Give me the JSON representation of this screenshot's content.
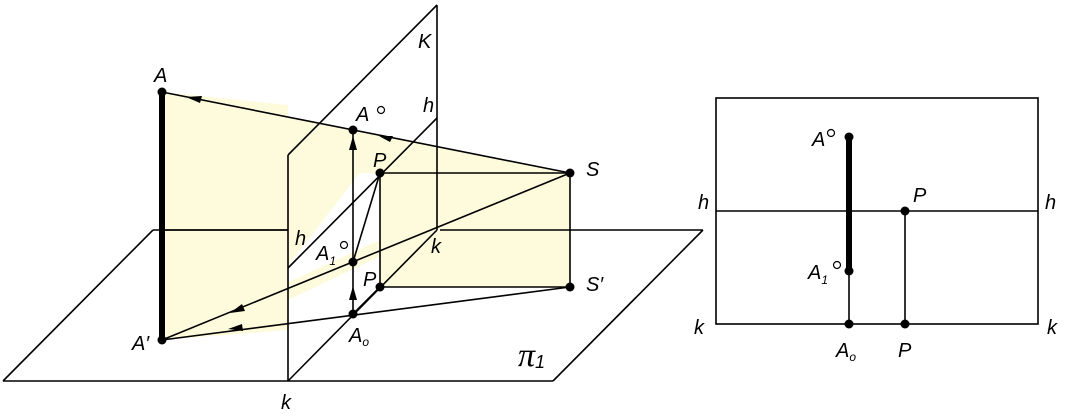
{
  "colors": {
    "ink": "#000000",
    "fill": "#fdfbdb",
    "background": "#ffffff"
  },
  "left_view": {
    "A": "A",
    "A_deg": "A",
    "A1_deg_main": "A",
    "A1_deg_sub": "1",
    "A_prime": "A′",
    "A0_main": "A",
    "A0_sub": "o",
    "S": "S",
    "S_prime": "S′",
    "P_top": "P",
    "P_bottom": "P",
    "K": "K",
    "h_top": "h",
    "h_mid": "h",
    "k_center": "k",
    "k_bottom": "k",
    "pi_main": "π",
    "pi_sub": "1"
  },
  "right_view": {
    "A_deg": "A",
    "A1_deg_main": "A",
    "A1_deg_sub": "1",
    "A0_main": "A",
    "A0_sub": "o",
    "P_top": "P",
    "P_bottom": "P",
    "h_left": "h",
    "h_right": "h",
    "k_left": "k",
    "k_right": "k"
  }
}
